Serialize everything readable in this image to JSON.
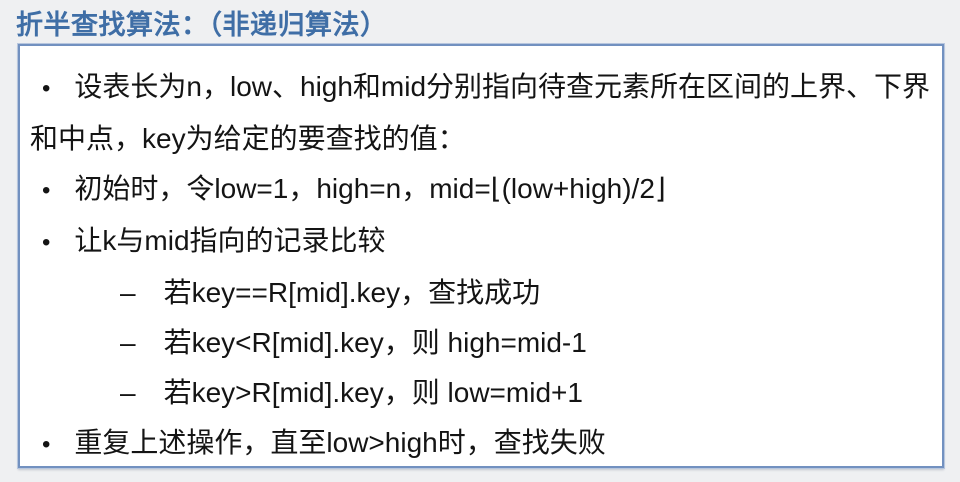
{
  "title": "折半查找算法：（非递归算法）",
  "colors": {
    "background": "#eff0f2",
    "title": "#3f6ea6",
    "box_border": "#7291c0",
    "box_border_outer": "#b7c6de",
    "text": "#141414"
  },
  "box": {
    "items": [
      {
        "level": 0,
        "marker": "•",
        "text": "设表长为n，low、high和mid分别指向待查元素所在区间的上界、下界和中点，key为给定的要查找的值："
      },
      {
        "level": 0,
        "marker": "•",
        "text": "初始时，令low=1，high=n，mid=⌊(low+high)/2⌋"
      },
      {
        "level": 0,
        "marker": "•",
        "text": "让k与mid指向的记录比较"
      },
      {
        "level": 1,
        "marker": "–",
        "text": "若key==R[mid].key，查找成功"
      },
      {
        "level": 1,
        "marker": "–",
        "text": "若key<R[mid].key，则 high=mid-1"
      },
      {
        "level": 1,
        "marker": "–",
        "text": "若key>R[mid].key，则 low=mid+1"
      },
      {
        "level": 0,
        "marker": "•",
        "text": "重复上述操作，直至low>high时，查找失败"
      }
    ]
  }
}
